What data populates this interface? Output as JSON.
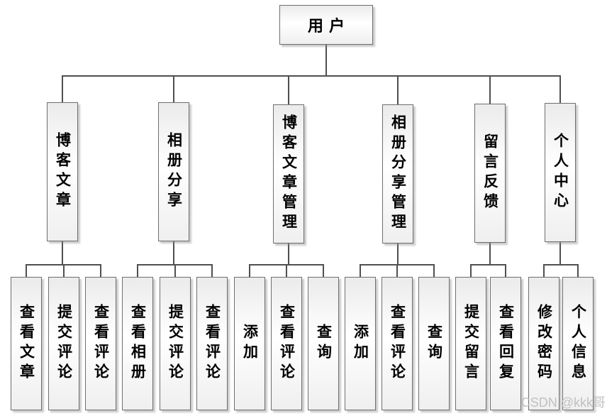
{
  "root": {
    "label": "用户"
  },
  "branches": [
    {
      "label": "博客文章",
      "children": [
        {
          "label": "查看文章"
        },
        {
          "label": "提交评论"
        },
        {
          "label": "查看评论"
        }
      ]
    },
    {
      "label": "相册分享",
      "children": [
        {
          "label": "查看相册"
        },
        {
          "label": "提交评论"
        },
        {
          "label": "查看评论"
        }
      ]
    },
    {
      "label": "博客文章管理",
      "children": [
        {
          "label": "添加"
        },
        {
          "label": "查看评论"
        },
        {
          "label": "查询"
        }
      ]
    },
    {
      "label": "相册分享管理",
      "children": [
        {
          "label": "添加"
        },
        {
          "label": "查看评论"
        },
        {
          "label": "查询"
        }
      ]
    },
    {
      "label": "留言反馈",
      "children": [
        {
          "label": "提交留言"
        },
        {
          "label": "查看回复"
        }
      ]
    },
    {
      "label": "个人中心",
      "children": [
        {
          "label": "修改密码"
        },
        {
          "label": "个人信息"
        }
      ]
    }
  ],
  "watermark": {
    "text": "CSDN @kkk哥"
  },
  "colors": {
    "line": "#4f4f4f",
    "box_border": "#6e6e6e",
    "text": "#000000",
    "watermark": "#b9b9b9"
  }
}
